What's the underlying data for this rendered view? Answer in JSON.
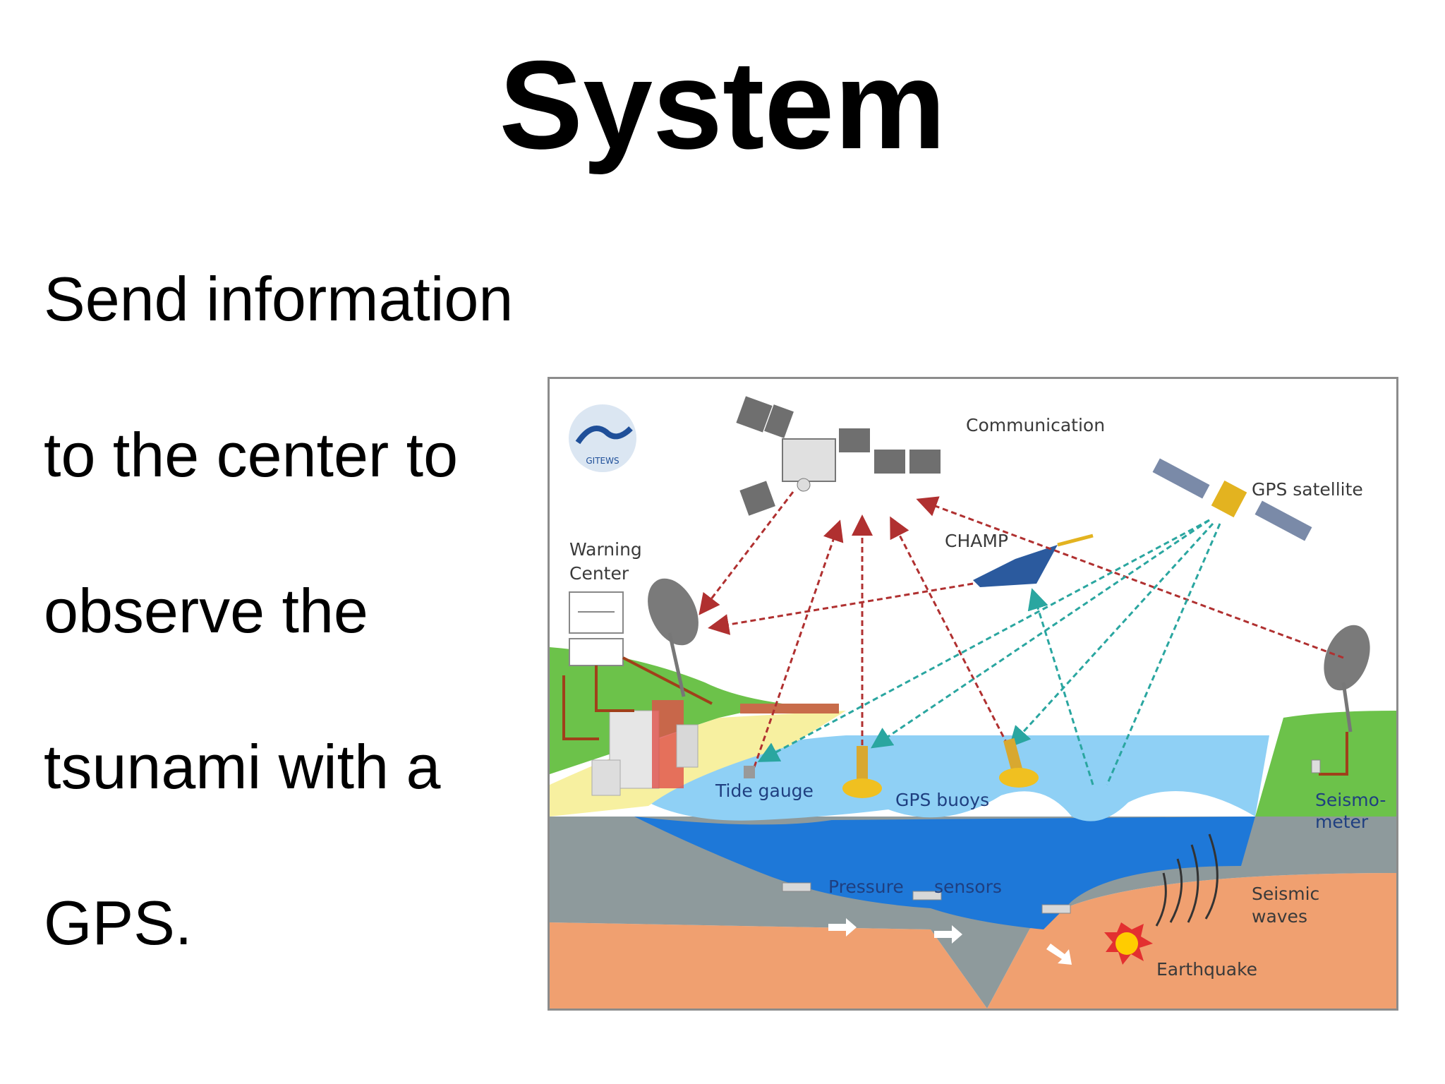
{
  "slide": {
    "title": "System",
    "body_lines": [
      "Send information",
      "to the center to",
      "observe the",
      "tsunami with a",
      "GPS."
    ]
  },
  "diagram": {
    "logo_text": "GITEWS",
    "labels": {
      "communication": "Communication",
      "gps_satellite": "GPS satellite",
      "champ": "CHAMP",
      "warning_center_1": "Warning",
      "warning_center_2": "Center",
      "tide_gauge": "Tide gauge",
      "gps_buoys": "GPS buoys",
      "pressure": "Pressure",
      "sensors": "sensors",
      "seismo_1": "Seismo-",
      "seismo_2": "meter",
      "seismic_1": "Seismic",
      "seismic_2": "waves",
      "earthquake": "Earthquake"
    },
    "colors": {
      "sky": "#ffffff",
      "land_green": "#6cc24a",
      "beach": "#f7f0a0",
      "sea_shallow": "#8fd0f5",
      "sea_deep": "#1e78d8",
      "crust": "#8e9a9c",
      "mantle": "#f0a070",
      "red_link": "#b03030",
      "teal_link": "#2aa6a0",
      "quake": "#ffcc00"
    }
  }
}
